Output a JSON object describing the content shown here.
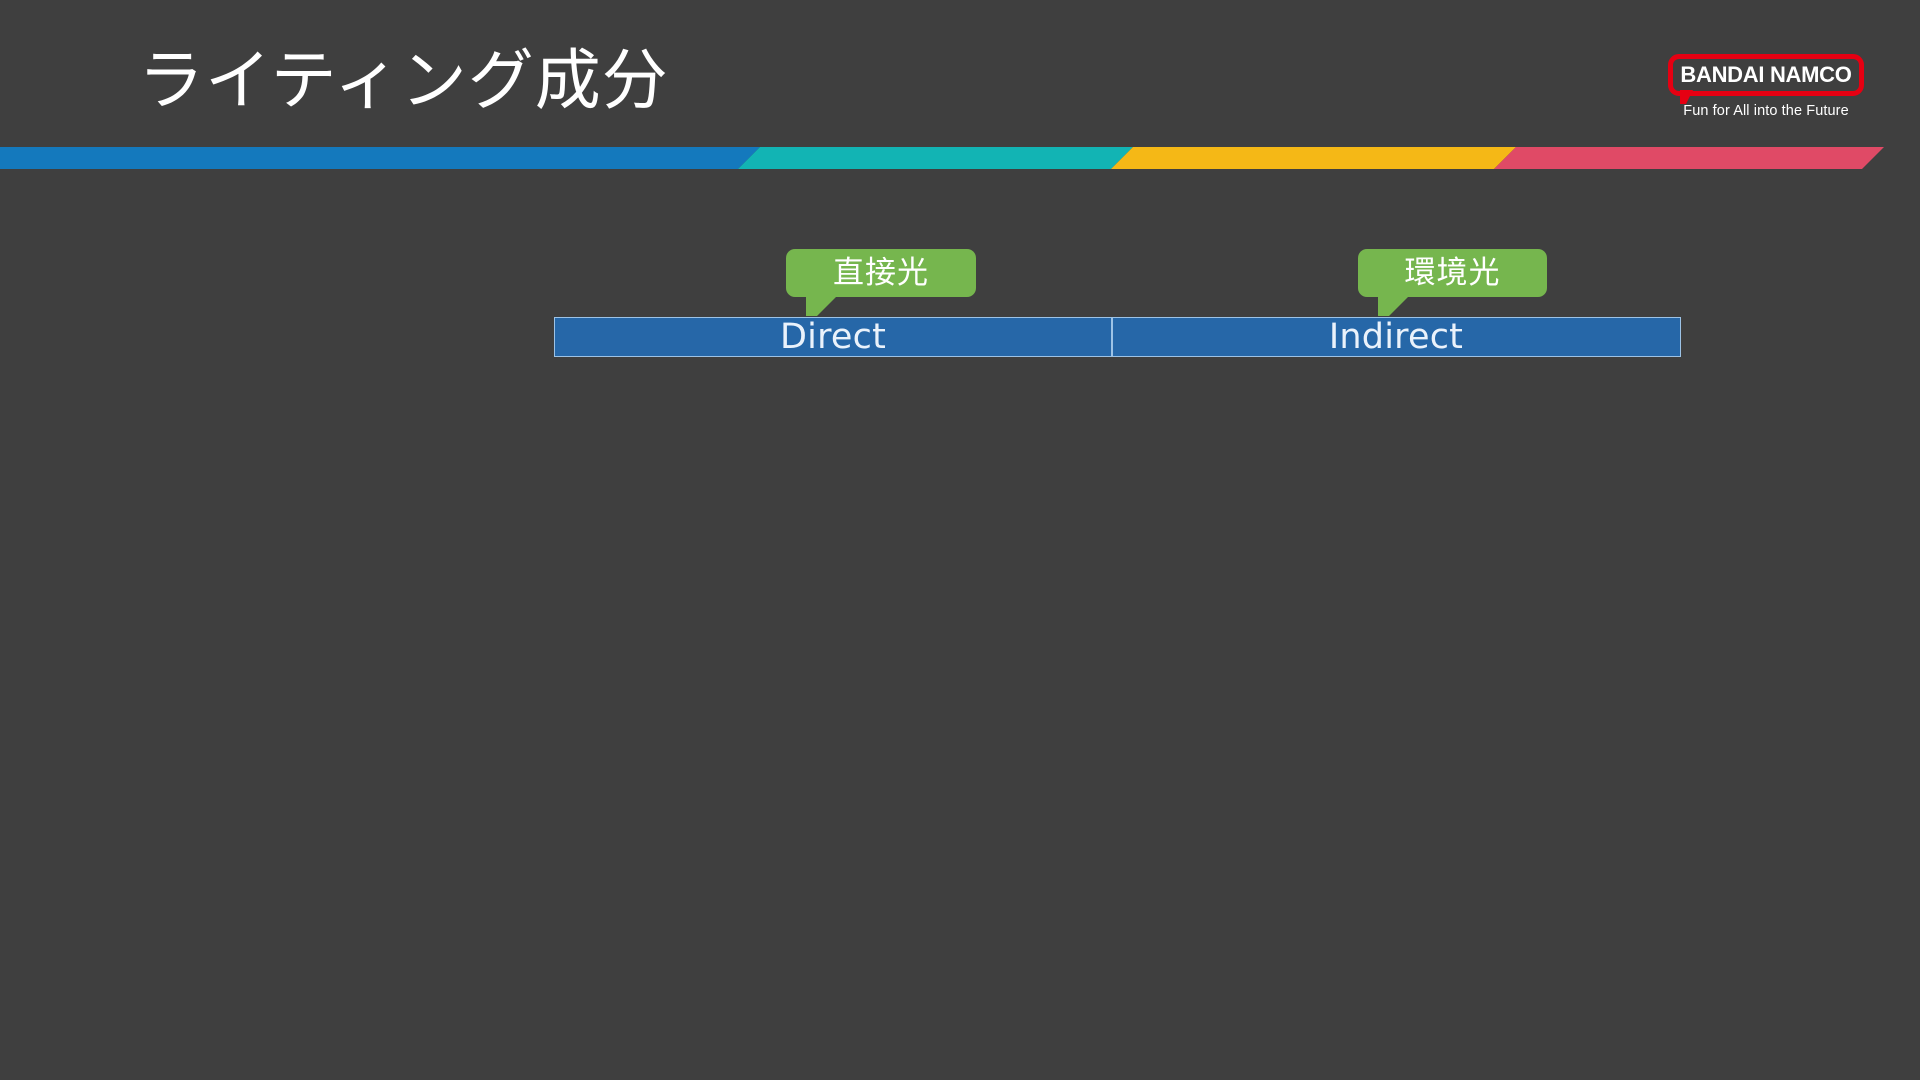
{
  "slide": {
    "background_color": "#3f3f3f",
    "title": "ライティング成分"
  },
  "brand": {
    "wordmark": "BANDAI NAMCO",
    "tagline": "Fun for All into the Future",
    "box_color": "#e60012",
    "text_color": "#ffffff"
  },
  "accent_stripe": {
    "segments": [
      {
        "name": "blue",
        "color": "#1479bd"
      },
      {
        "name": "teal",
        "color": "#12b4b4"
      },
      {
        "name": "amber",
        "color": "#f5b816"
      },
      {
        "name": "crimson",
        "color": "#e04a66"
      }
    ]
  },
  "diagram": {
    "callouts": [
      {
        "name": "direct-light",
        "label": "直接光",
        "color": "#76b64e"
      },
      {
        "name": "ambient-light",
        "label": "環境光",
        "color": "#76b64e"
      }
    ],
    "bar": {
      "fill_color": "#2667a8",
      "border_color": "#9dc3e6",
      "cells": [
        {
          "name": "direct",
          "label": "Direct"
        },
        {
          "name": "indirect",
          "label": "Indirect"
        }
      ]
    }
  }
}
